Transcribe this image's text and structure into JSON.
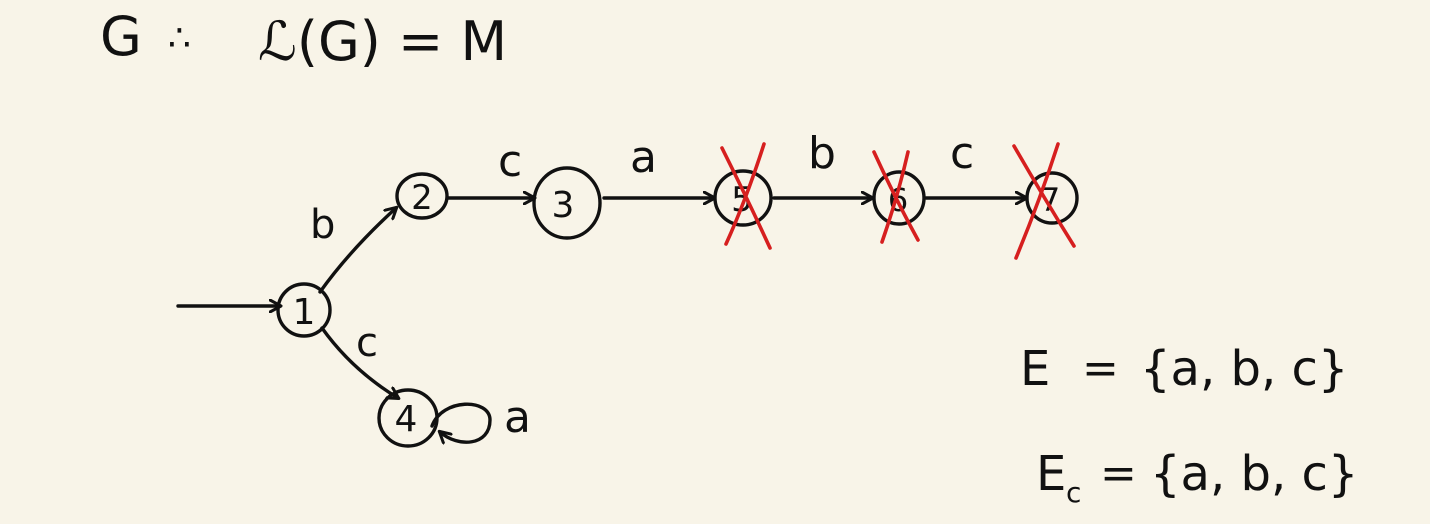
{
  "header": {
    "g_label": "G",
    "separator": "∴",
    "lang_expr": "ℒ(G) = M"
  },
  "states": [
    {
      "id": "1",
      "label": "1",
      "crossed": false
    },
    {
      "id": "2",
      "label": "2",
      "crossed": false
    },
    {
      "id": "3",
      "label": "3",
      "crossed": false
    },
    {
      "id": "4",
      "label": "4",
      "crossed": false
    },
    {
      "id": "5",
      "label": "5",
      "crossed": true
    },
    {
      "id": "6",
      "label": "6",
      "crossed": true
    },
    {
      "id": "7",
      "label": "7",
      "crossed": true
    }
  ],
  "transitions": [
    {
      "from": "1",
      "to": "2",
      "label": "b"
    },
    {
      "from": "1",
      "to": "4",
      "label": "c"
    },
    {
      "from": "2",
      "to": "3",
      "label": "c"
    },
    {
      "from": "3",
      "to": "5",
      "label": "a"
    },
    {
      "from": "5",
      "to": "6",
      "label": "b"
    },
    {
      "from": "6",
      "to": "7",
      "label": "c"
    },
    {
      "from": "4",
      "to": "4",
      "label": "a"
    }
  ],
  "sets": {
    "e_name": "E",
    "e_equals": "=",
    "e_value": "{a, b, c}",
    "ec_name": "E",
    "ec_sub": "c",
    "ec_equals": "=",
    "ec_value": "{a, b, c}"
  },
  "colors": {
    "ink": "#111111",
    "cross_mark": "#d61f1f",
    "paper": "#f8f4e8"
  }
}
